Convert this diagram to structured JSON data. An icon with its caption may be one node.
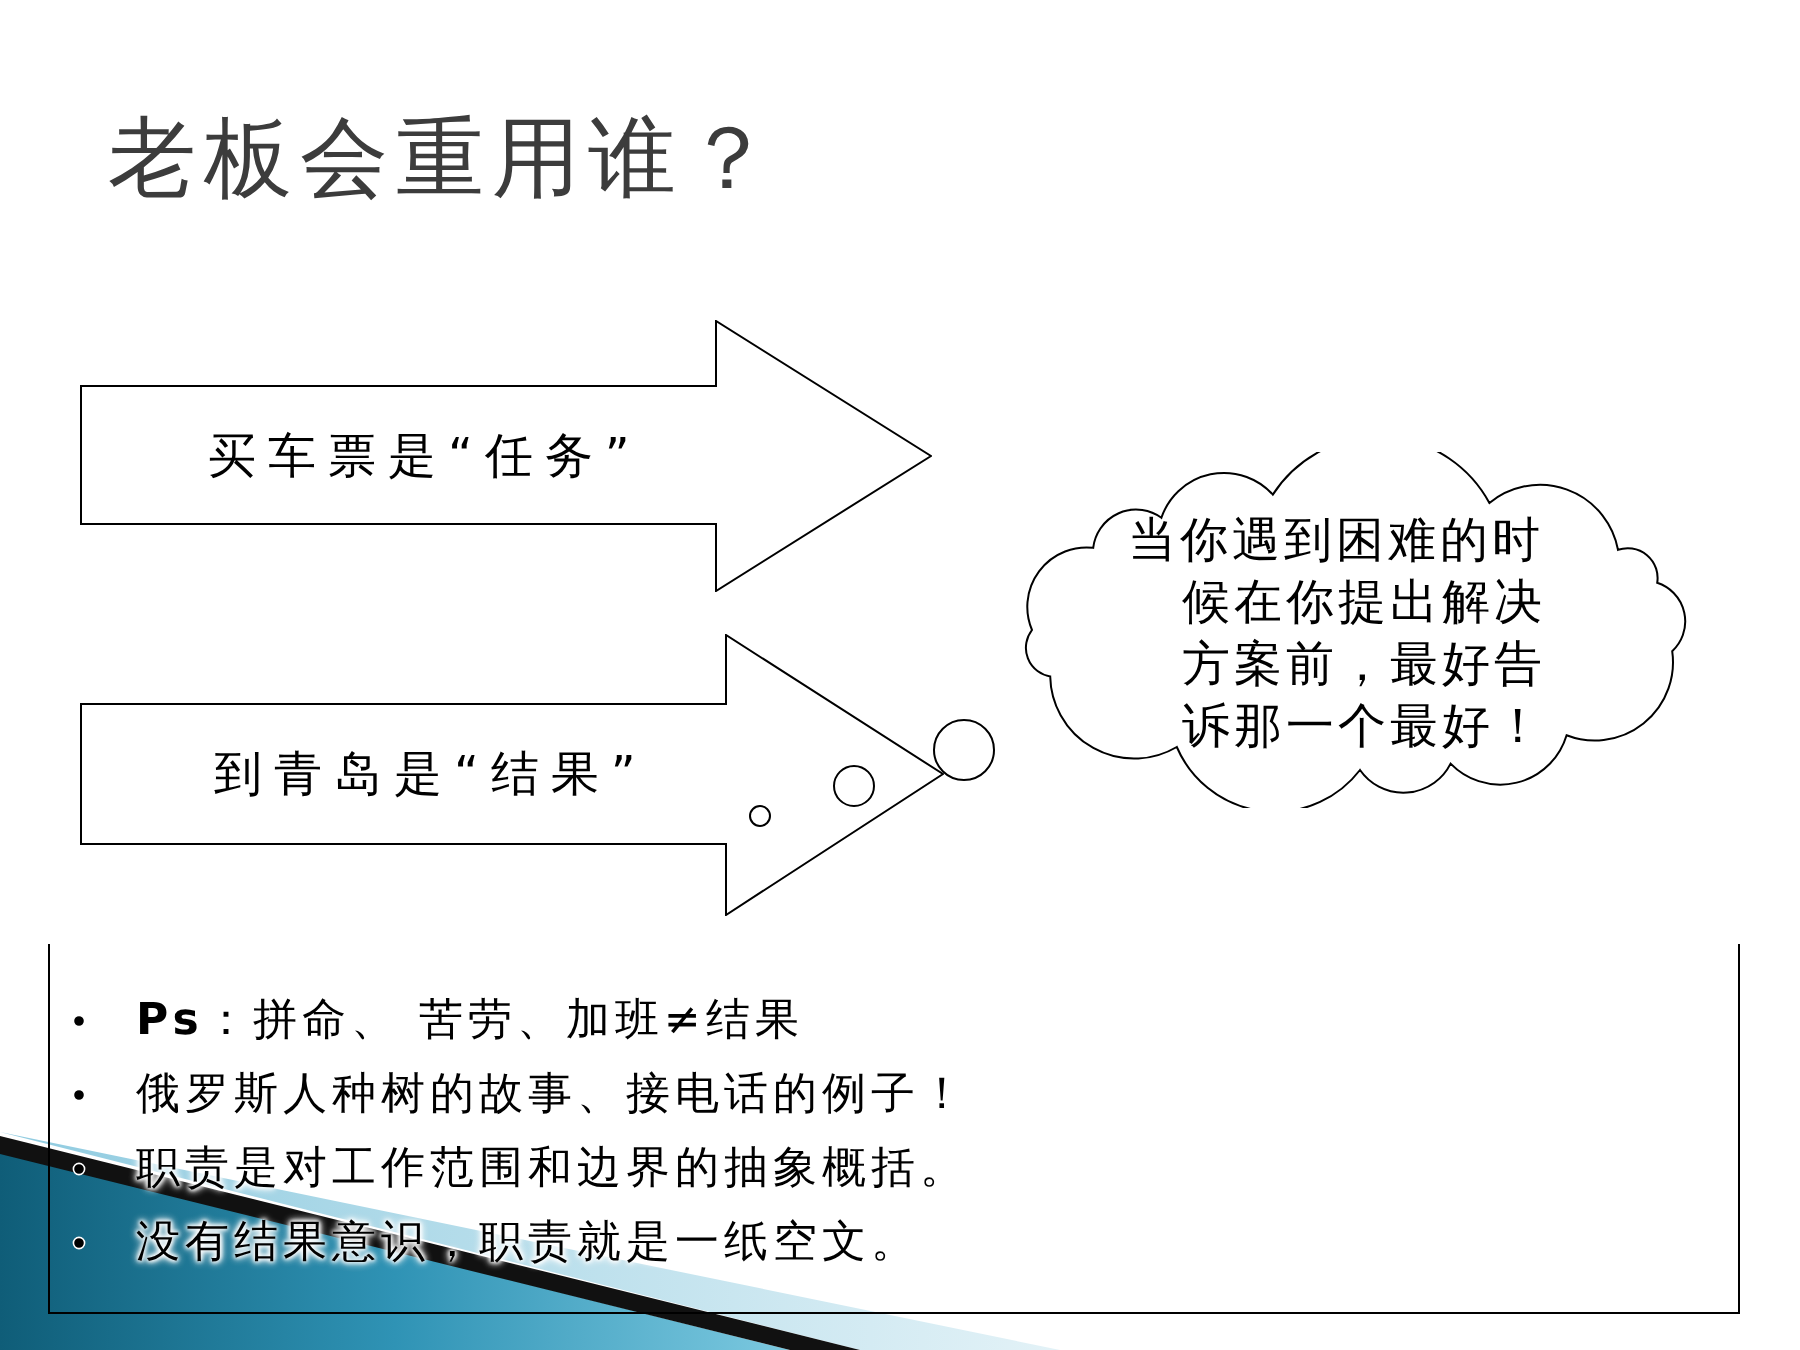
{
  "diagram": {
    "title": "老板会重用谁？",
    "nodes": [
      {
        "text": [
          "买车票是“任务”"
        ]
      },
      {
        "text": [
          "到青岛是“结果”"
        ]
      },
      {
        "text": [
          "当你遇到困难的时候在你提出解决方案前，最好告诉那一个最好！"
        ]
      },
      {
        "text": [
          "**Ps**：拼命、 苦劳、加班≠结果",
          "俄罗斯人种树的故事、接电话的例子！",
          "职责是对工作范围和边界的抽象概括。",
          "没有结果意识，职责就是一纸空文。"
        ]
      }
    ]
  }
}
